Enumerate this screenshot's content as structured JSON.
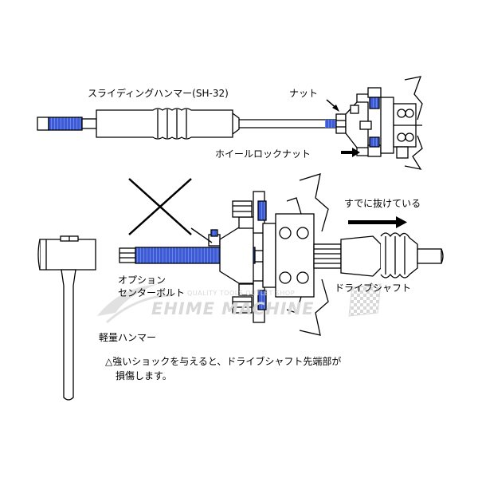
{
  "colors": {
    "line": "#000000",
    "highlight": "#3d5bd6",
    "arrow": "#000000",
    "watermark": "#d8d8d8"
  },
  "labels": {
    "sliding_hammer": "スライディングハンマー(SH-32)",
    "nut": "ナット",
    "wheel_lock_nut": "ホイールロックナット",
    "already_removed": "すでに抜けている",
    "option_center_bolt_1": "オプション",
    "option_center_bolt_2": "センターボルト",
    "drive_shaft": "ドライブシャフト",
    "light_hammer": "軽量ハンマー",
    "warning_line1": "△強いショックを与えると、ドライブシャフト先端部が",
    "warning_line2": "損傷します。"
  },
  "watermark": {
    "brand": "EHIME MACHINE",
    "tagline": "QUALITY TOOLS OUTLET SHOP"
  },
  "icons": {
    "cross_mark": "x-mark-icon",
    "direction_arrow": "right-arrow-icon",
    "watermark_logo": "swoosh-logo-icon",
    "checkered_flag": "checkered-flag-icon"
  }
}
